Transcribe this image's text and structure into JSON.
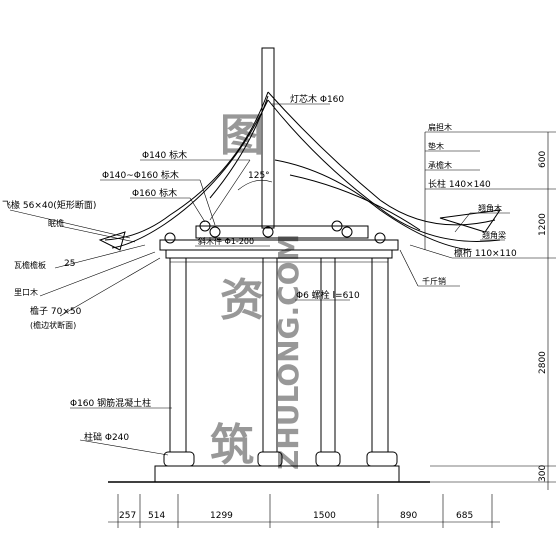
{
  "labels": {
    "ridge_post": "灯芯木 Φ160",
    "purlin_top": "Φ140 标木",
    "purlin_pair": "Φ140~Φ160 标木",
    "purlin_lower": "Φ160 标木",
    "eave_board": "飞椽 56×40(矩形断面)",
    "eave_rafter": "眠檐",
    "eave_edge_a": "瓦檐檐板",
    "eave_edge_b": "25",
    "bearing_beam": "里口木",
    "rafter": "檐子 70×50",
    "rafter_note": "(檐边状断面)",
    "purlin_mid": "斜木件 Φ1-200",
    "bolt": "Φ6 螺栓 l=610",
    "column": "Φ160 钢筋混凝土柱",
    "base": "柱础 Φ240",
    "r_top1": "扁担木",
    "r_top2": "垫木",
    "r_top3": "承檐木",
    "r_beam": "长柱 140×140",
    "r_hip1": "翘角木",
    "r_hip2": "翘角梁",
    "r_hip3": "檩桁 110×110",
    "r_bottom": "千斤销",
    "angle": "125°"
  },
  "dims_bottom": [
    "257",
    "514",
    "1299",
    "1500",
    "890",
    "685"
  ],
  "dims_right": [
    "600",
    "1200",
    "2800",
    "300"
  ],
  "watermark": {
    "left_top": "图",
    "left_mid": "资",
    "left_bot": "筑",
    "right": "ZHULONG.COM"
  }
}
